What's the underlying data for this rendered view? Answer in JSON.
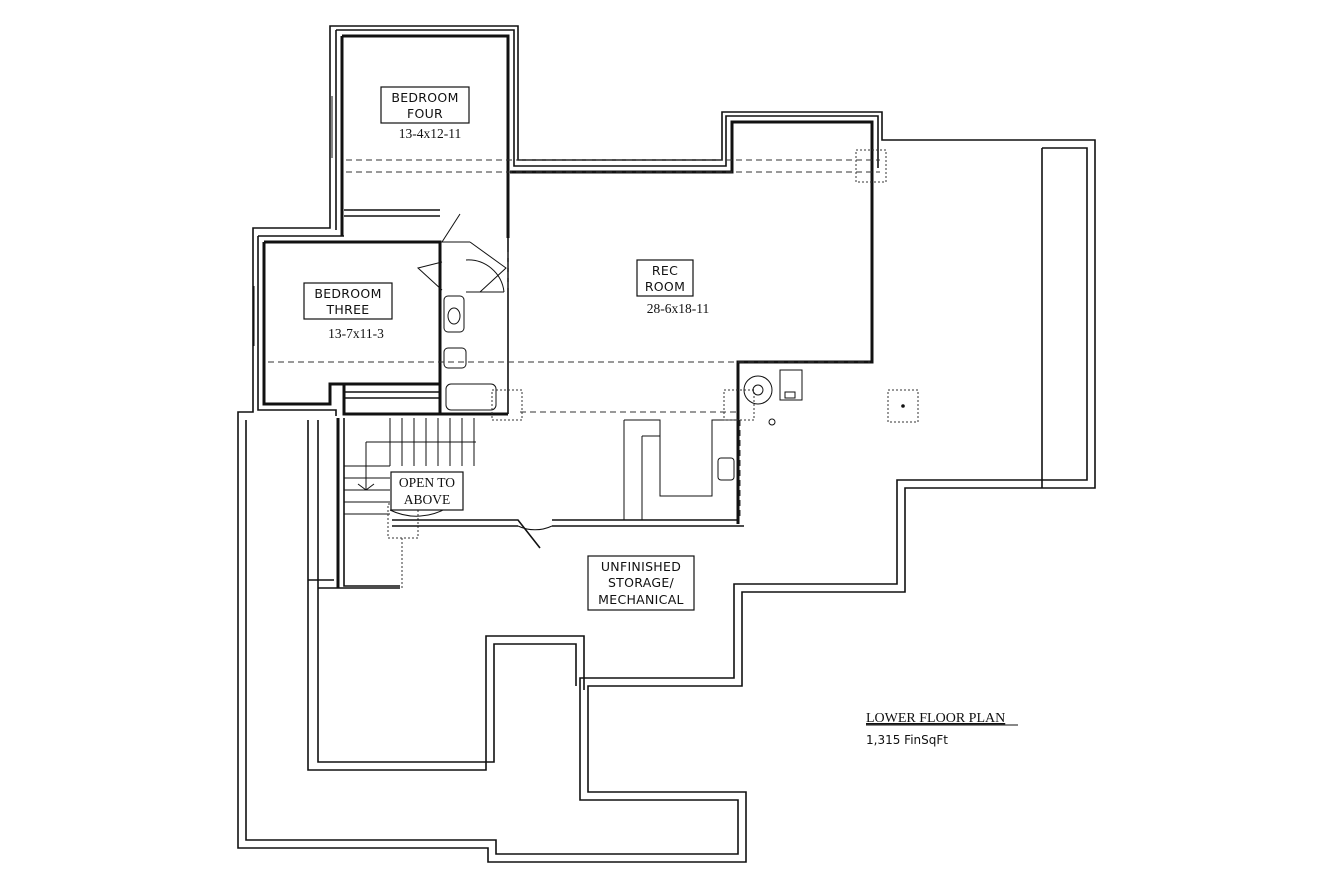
{
  "rooms": {
    "bedroom_four": {
      "line1": "BEDROOM",
      "line2": "FOUR",
      "dims": "13-4x12-11"
    },
    "bedroom_three": {
      "line1": "BEDROOM",
      "line2": "THREE",
      "dims": "13-7x11-3"
    },
    "rec_room": {
      "line1": "REC",
      "line2": "ROOM",
      "dims": "28-6x18-11"
    },
    "open_to_above": {
      "line1": "OPEN TO",
      "line2": "ABOVE"
    },
    "storage": {
      "line1": "UNFINISHED",
      "line2": "STORAGE/",
      "line3": "MECHANICAL"
    }
  },
  "plan_title": "LOWER FLOOR PLAN",
  "plan_area": "1,315 FinSqFt"
}
